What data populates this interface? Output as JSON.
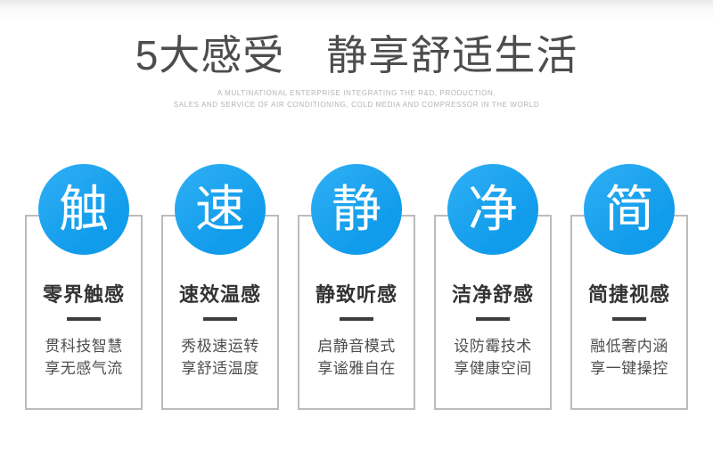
{
  "header": {
    "title": "5大感受　静享舒适生活",
    "subtitle_line1": "A MULTINATIONAL ENTERPRISE INTEGRATING THE R&D, PRODUCTION,",
    "subtitle_line2": "SALES AND SERVICE OF AIR CONDITIONING, COLD MEDIA AND COMPRESSOR IN THE WORLD"
  },
  "colors": {
    "accent_blue": "#18a4f0",
    "title_text": "#4d4d4d",
    "subtitle_text": "#b4b4b4",
    "card_border": "#bcbcbc",
    "heading_text": "#333333",
    "divider": "#3d3d3d",
    "body_text": "#4f4f4f"
  },
  "features": [
    {
      "glyph": "触",
      "heading": "零界触感",
      "line1": "贯科技智慧",
      "line2": "享无感气流"
    },
    {
      "glyph": "速",
      "heading": "速效温感",
      "line1": "秀极速运转",
      "line2": "享舒适温度"
    },
    {
      "glyph": "静",
      "heading": "静致听感",
      "line1": "启静音模式",
      "line2": "享谧雅自在"
    },
    {
      "glyph": "净",
      "heading": "洁净舒感",
      "line1": "设防霉技术",
      "line2": "享健康空间"
    },
    {
      "glyph": "简",
      "heading": "简捷视感",
      "line1": "融低奢内涵",
      "line2": "享一键操控"
    }
  ]
}
